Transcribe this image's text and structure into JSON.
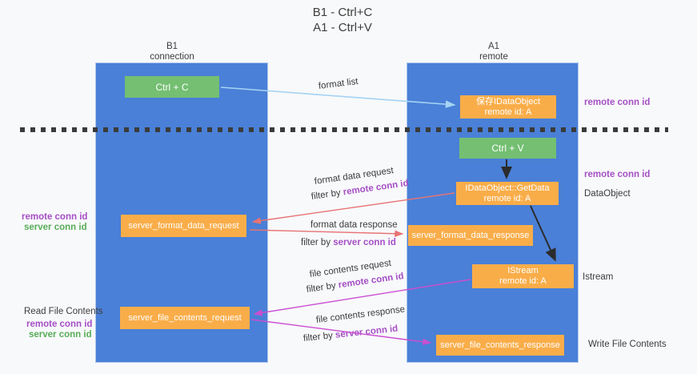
{
  "title": {
    "line1": "B1 - Ctrl+C",
    "line2": "A1 - Ctrl+V"
  },
  "columns": {
    "left": {
      "header_line1": "B1",
      "header_line2": "connection"
    },
    "right": {
      "header_line1": "A1",
      "header_line2": "remote"
    }
  },
  "boxes": {
    "ctrl_c": "Ctrl + C",
    "ctrl_v": "Ctrl + V",
    "save_idataobject": {
      "line1": "保存IDataObject",
      "line2": "remote id: A"
    },
    "getdata": {
      "line1": "IDataObject::GetData",
      "line2": "remote id: A"
    },
    "istream": {
      "line1": "IStream",
      "line2": "remote id: A"
    },
    "server_format_data_request": "server_format_data_request",
    "server_format_data_response": "server_format_data_response",
    "server_file_contents_request": "server_file_contents_request",
    "server_file_contents_response": "server_file_contents_response"
  },
  "flow_labels": {
    "format_list": "format list",
    "format_data_request": "format data request",
    "filter_request_1": {
      "prefix": "filter by ",
      "id": "remote conn id"
    },
    "format_data_response": "format data response",
    "filter_response_1": {
      "prefix": "filter by ",
      "id": "server conn id"
    },
    "file_contents_request": "file contents request",
    "filter_request_2": {
      "prefix": "filter by ",
      "id": "remote conn id"
    },
    "file_contents_response": "file contents response",
    "filter_response_2": {
      "prefix": "filter by ",
      "id": "server conn id"
    }
  },
  "side_labels": {
    "right_top_remote_conn_id": "remote conn id",
    "right_mid_remote_conn_id": "remote conn id",
    "data_object": "DataObject",
    "istream": "Istream",
    "write_file_contents": "Write File Contents",
    "left_mid": {
      "remote": "remote conn id",
      "server": "server conn id"
    },
    "left_bottom": {
      "title": "Read File Contents",
      "remote": "remote conn id",
      "server": "server conn id"
    }
  },
  "colors": {
    "lifeline_blue": "#4a80d7",
    "box_orange": "#f9ad49",
    "box_green": "#74bf72",
    "purple_text": "#a54fc5",
    "green_text": "#57ad57",
    "arrow_light_blue": "#a5d3f3",
    "arrow_red": "#e87373",
    "arrow_magenta": "#c94fd0",
    "arrow_black": "#2b2b2b",
    "dashed_line": "#3b3b3b"
  }
}
